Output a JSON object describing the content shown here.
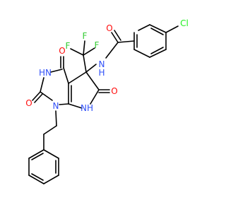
{
  "colors": {
    "carbon_bond": "#000000",
    "oxygen": "#ff0d0d",
    "nitrogen": "#3050f8",
    "fluorine": "#33cc33",
    "chlorine": "#1ff01f",
    "background": "#ffffff"
  },
  "labels": {
    "o_amide": "O",
    "nh_amide": "N",
    "h_amide": "H",
    "f1": "F",
    "f2": "F",
    "f3": "F",
    "cl": "Cl",
    "o_c4": "O",
    "hn3": "HN",
    "o_c2": "O",
    "n1": "N",
    "nh7": "NH",
    "o_c6": "O"
  }
}
